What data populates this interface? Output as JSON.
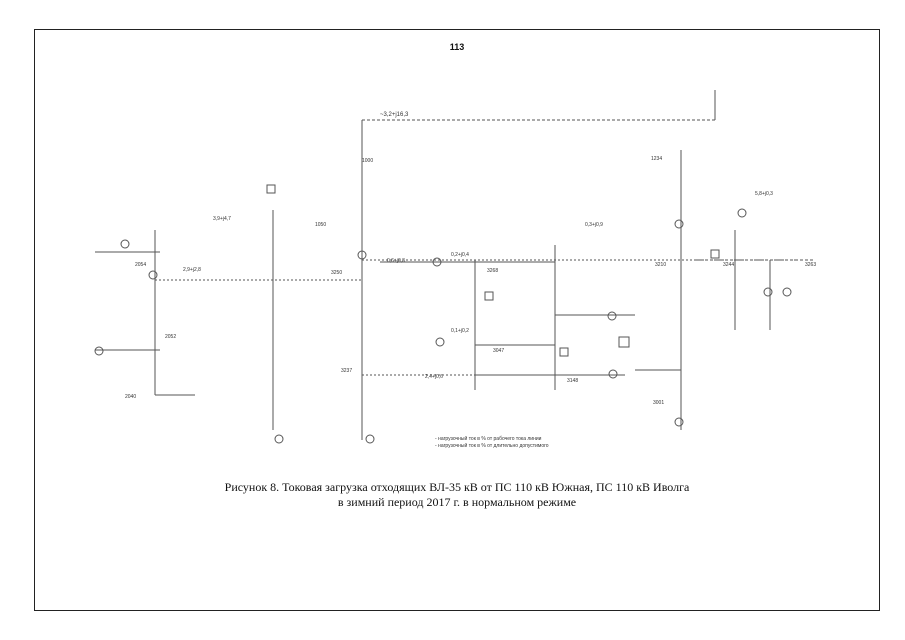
{
  "page": {
    "number": "113"
  },
  "caption": {
    "line1": "Рисунок 8. Токовая загрузка отходящих ВЛ-35 кВ от ПС 110 кВ Южная, ПС 110 кВ Иволга",
    "line2": "в зимний период 2017 г. в нормальном режиме"
  },
  "diagram": {
    "top_line_label": "~3,2+j16,3",
    "labels": [
      {
        "id": "l1",
        "text": "1000"
      },
      {
        "id": "l2",
        "text": "1050"
      },
      {
        "id": "l3",
        "text": "1234"
      },
      {
        "id": "l4",
        "text": "2054"
      },
      {
        "id": "l5",
        "text": "2052"
      },
      {
        "id": "l6",
        "text": "2040"
      },
      {
        "id": "l7",
        "text": "3250"
      },
      {
        "id": "l8",
        "text": "3268"
      },
      {
        "id": "l9",
        "text": "3047"
      },
      {
        "id": "l10",
        "text": "3148"
      },
      {
        "id": "l11",
        "text": "3210"
      },
      {
        "id": "l12",
        "text": "3244"
      },
      {
        "id": "l13",
        "text": "3263"
      },
      {
        "id": "l14",
        "text": "3237"
      },
      {
        "id": "l15",
        "text": "3001"
      },
      {
        "id": "l16",
        "text": "2,9+j2,8"
      },
      {
        "id": "l17",
        "text": "0,2+j0,4"
      },
      {
        "id": "l18",
        "text": "0,3+j0,9"
      },
      {
        "id": "l19",
        "text": "3,9+j4,7"
      },
      {
        "id": "l20",
        "text": "0,6+j0,3"
      },
      {
        "id": "l21",
        "text": "2,4+j0,6"
      },
      {
        "id": "l22",
        "text": "0,1+j0,2"
      },
      {
        "id": "l23",
        "text": "5,8+j0,3"
      }
    ],
    "legend": [
      "- нагрузочный ток в % от рабочего тока линии",
      "- нагрузочный ток в % от длительно допустимого"
    ]
  }
}
